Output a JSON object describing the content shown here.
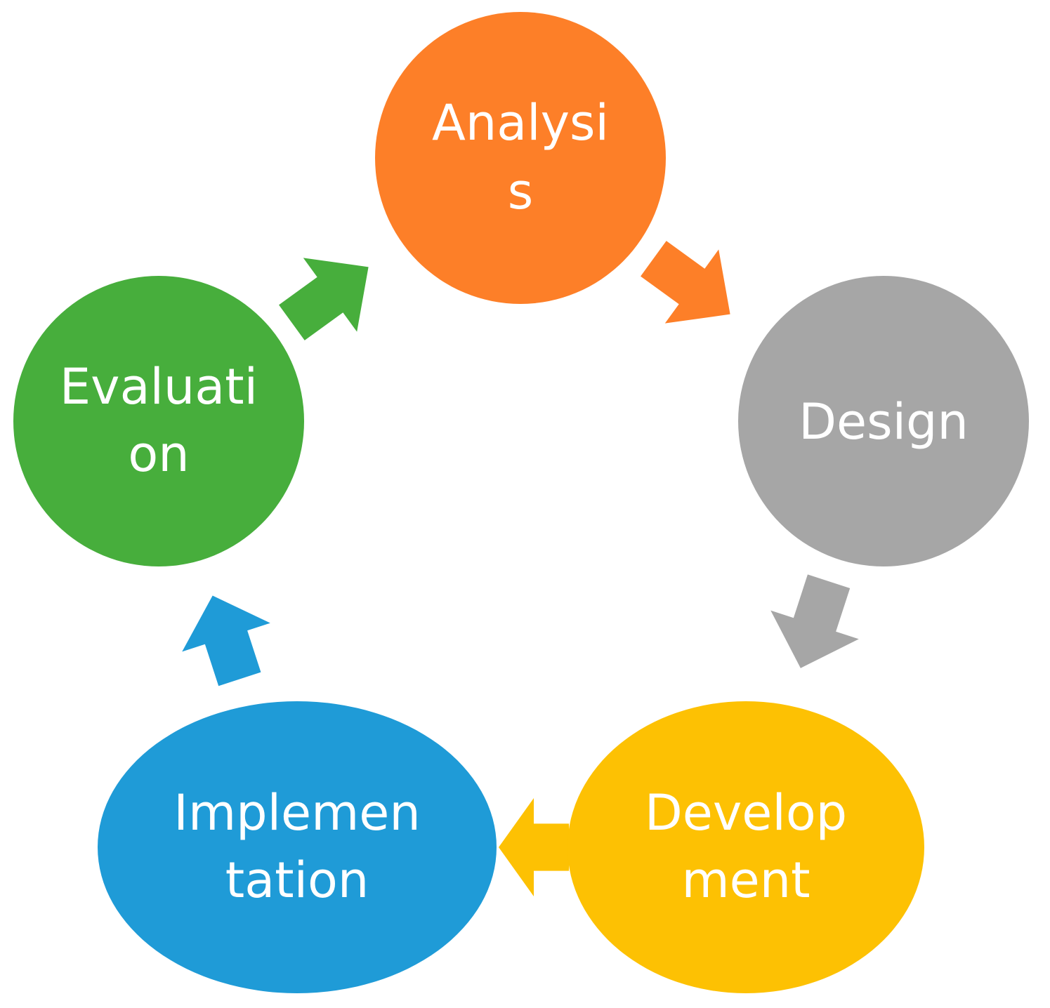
{
  "diagram": {
    "type": "cycle",
    "nodes": [
      {
        "id": "analysis",
        "label_lines": [
          "Analysi",
          "s"
        ],
        "color": "#FD7F28"
      },
      {
        "id": "design",
        "label_lines": [
          "Design"
        ],
        "color": "#A6A6A6"
      },
      {
        "id": "development",
        "label_lines": [
          "Develop",
          "ment"
        ],
        "color": "#FDC103"
      },
      {
        "id": "implementation",
        "label_lines": [
          "Implemen",
          "tation"
        ],
        "color": "#1F9BD7"
      },
      {
        "id": "evaluation",
        "label_lines": [
          "Evaluati",
          "on"
        ],
        "color": "#47AE3C"
      }
    ],
    "arrows": [
      {
        "from": "analysis",
        "to": "design",
        "color": "#FD7F28"
      },
      {
        "from": "design",
        "to": "development",
        "color": "#A6A6A6"
      },
      {
        "from": "development",
        "to": "implementation",
        "color": "#FDC103"
      },
      {
        "from": "implementation",
        "to": "evaluation",
        "color": "#1F9BD7"
      },
      {
        "from": "evaluation",
        "to": "analysis",
        "color": "#47AE3C"
      }
    ]
  }
}
